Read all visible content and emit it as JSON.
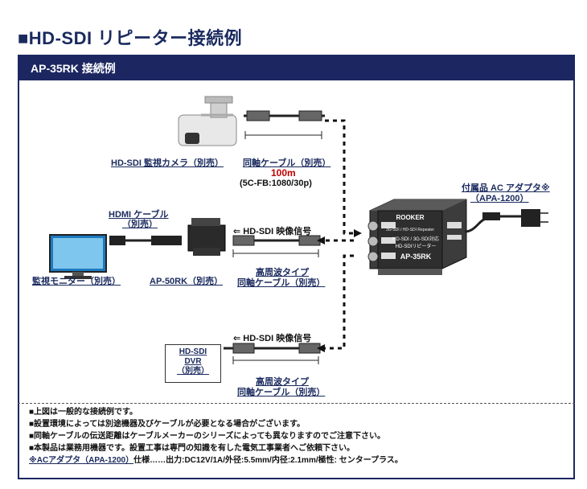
{
  "title": "■HD-SDI リピーター接続例",
  "panel": {
    "header": "AP-35RK 接続例"
  },
  "labels": {
    "camera": "HD-SDI 監視カメラ（別売）",
    "coax_top": "同軸ケーブル（別売）",
    "coax_len": "100m",
    "coax_spec": "(5C-FB:1080/30p)",
    "hdmi_cable_1": "HDMI ケーブル",
    "hdmi_cable_2": "（別売）",
    "monitor": "監視モニター（別売）",
    "ap50rk": "AP-50RK（別売）",
    "signal_top": "⇐ HD-SDI 映像信号",
    "hf_top_1": "高周波タイプ",
    "hf_top_2": "同軸ケーブル（別売）",
    "signal_bottom": "⇐ HD-SDI 映像信号",
    "hf_bot_1": "高周波タイプ",
    "hf_bot_2": "同軸ケーブル（別売）",
    "adapter_1": "付属品 AC アダプタ※",
    "adapter_2": "（APA-1200）",
    "dvr_1": "HD-SDI",
    "dvr_2": "DVR",
    "dvr_3": "（別売）"
  },
  "device": {
    "brand": "ROOKER",
    "sub": "3G-SDI / HD-SDI Repeater",
    "name_1": "HD-SDI / 3G-SDI対応",
    "name_2": "HD-SDIリピーター",
    "model": "AP-35RK"
  },
  "notes": {
    "n1": "■上図は一般的な接続例です。",
    "n2": "■設置環境によっては別途機器及びケーブルが必要となる場合がございます。",
    "n3": "■同軸ケーブルの伝送距離はケーブルメーカーのシリーズによっても異なりますのでご注意下さい。",
    "n4": "■本製品は業務用機器です。設置工事は専門の知識を有した電気工事業者へご依頼下さい。",
    "n5_link": "※ACアダプタ（APA-1200）",
    "n5_rest": "仕様……出力:DC12V/1A/外径:5.5mm/内径:2.1mm/極性: センタープラス。"
  },
  "colors": {
    "navy": "#1c2761",
    "red": "#c00000"
  }
}
